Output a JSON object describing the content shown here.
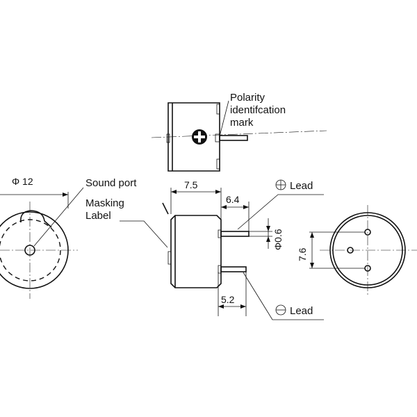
{
  "labels": {
    "polarity_line1": "Polarity",
    "polarity_line2": "identifcation",
    "polarity_line3": "mark",
    "sound_port": "Sound port",
    "masking_line1": "Masking",
    "masking_line2": "Label",
    "plus_lead": "Lead",
    "minus_lead": "Lead"
  },
  "dimensions": {
    "diameter": "Φ 12",
    "length": "7.5",
    "lead_length": "6.4",
    "lead_diameter": "Φ0.6",
    "pin_spacing": "7.6",
    "lead_offset": "5.2"
  },
  "symbols": {
    "plus": "⊕",
    "minus": "⊖"
  }
}
